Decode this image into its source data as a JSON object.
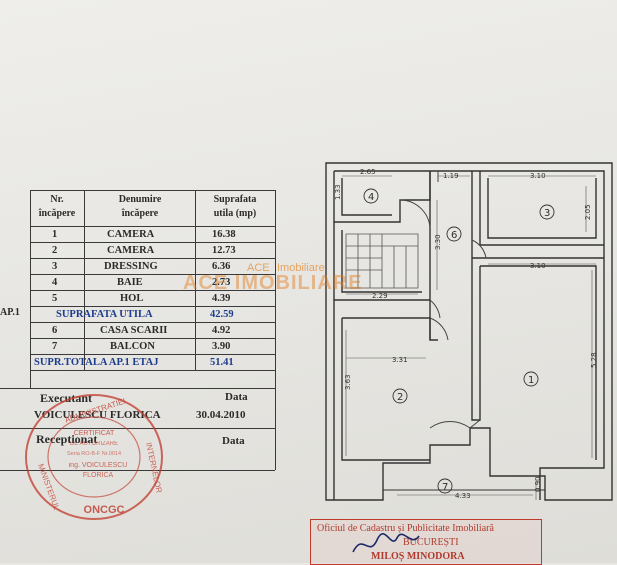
{
  "table": {
    "header": {
      "nr": "Nr.",
      "incapere": "încăpere",
      "denumire": "Denumire",
      "denumire_incapere": "încăpere",
      "suprafata": "Suprafata",
      "utila_mp": "utila (mp)"
    },
    "apartment_label": "AP.1",
    "rows": [
      {
        "nr": "1",
        "name": "CAMERA",
        "area": "16.38"
      },
      {
        "nr": "2",
        "name": "CAMERA",
        "area": "12.73"
      },
      {
        "nr": "3",
        "name": "DRESSING",
        "area": "6.36"
      },
      {
        "nr": "4",
        "name": "BAIE",
        "area": "2.73"
      },
      {
        "nr": "5",
        "name": "HOL",
        "area": "4.39"
      }
    ],
    "util_total": {
      "label": "SUPRAFATA UTILA",
      "area": "42.59"
    },
    "extra_rows": [
      {
        "nr": "6",
        "name": "CASA SCARII",
        "area": "4.92"
      },
      {
        "nr": "7",
        "name": "BALCON",
        "area": "3.90"
      }
    ],
    "grand_total": {
      "label": "SUPR.TOTALA AP.1 ETAJ",
      "area": "51.41"
    },
    "executant_label": "Executant",
    "data_label": "Data",
    "executant_name": "VOICULESCU FLORICA",
    "executant_date": "30.04.2010",
    "receptionat_label": "Receptionat",
    "data_label_2": "Data"
  },
  "plan": {
    "dims": {
      "room4_width": "2.65",
      "room4_height": "1.33",
      "hall_top_width": "1.19",
      "room3_width": "3.10",
      "room3_height": "2.05",
      "room1_width": "3.10",
      "room1_height": "5.28",
      "stair_width": "2.29",
      "hall_height": "3.30",
      "room2_width": "3.31",
      "room2_height": "3.63",
      "balcony_width": "4.33",
      "balcony_depth": "0.90"
    },
    "room_numbers": [
      "4",
      "6",
      "3",
      "1",
      "2",
      "7"
    ]
  },
  "watermark": {
    "part1": "ACE",
    "part2": "Imobiliare",
    "part3": "ACE IMOBILIARE"
  },
  "stamps": {
    "round_authorization": {
      "top": "ADMINISTRATIEI",
      "certificat": "CERTIFICAT",
      "autorizare": "DE AUTORIZARE",
      "serie": "Seria RO-B-F Nr.0014",
      "name": "ing. VOICULESCU",
      "name2": "FLORICA",
      "bottom": "ONCGC",
      "left": "MINISTERUL",
      "right": "INTERNELOR"
    },
    "cadastre": {
      "line1": "Oficiul de Cadastru și Publicitate Imobiliară",
      "line2": "BUCUREȘTI",
      "line3": "MILOȘ MINODORA"
    }
  },
  "colors": {
    "ink_blue": "#1c3c8c",
    "stamp_red": "#b03a2e",
    "watermark_orange": "#e07b1a"
  }
}
